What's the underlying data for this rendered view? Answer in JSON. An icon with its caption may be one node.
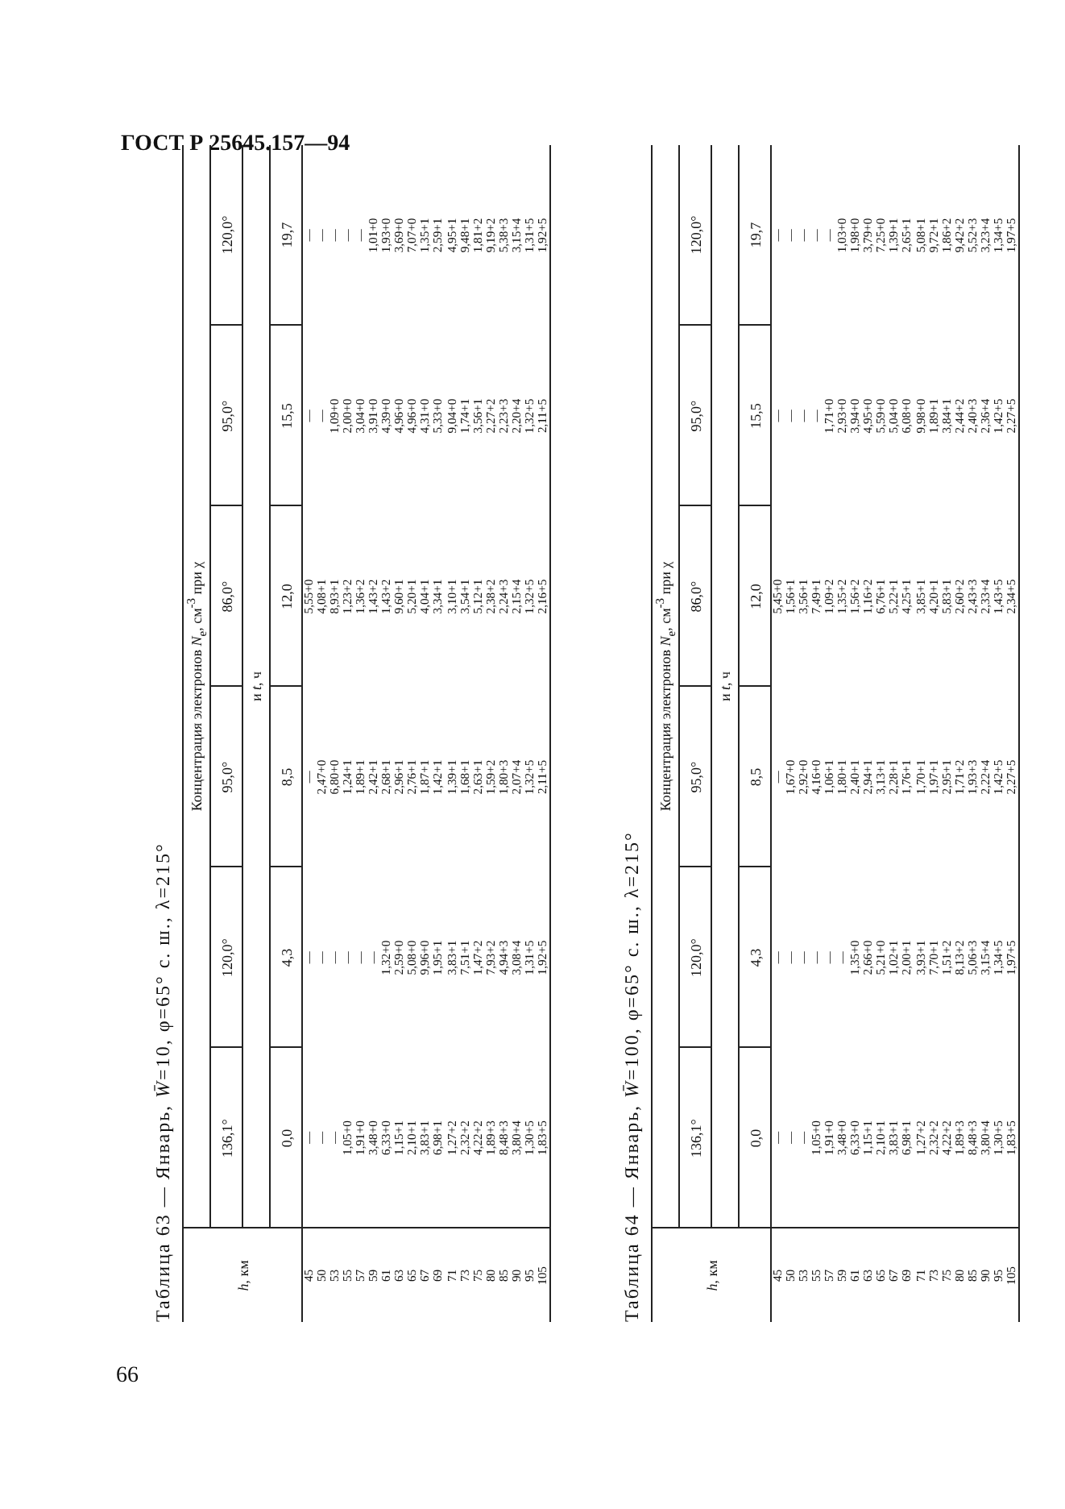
{
  "diagram": {
    "labels": [
      "ГОСТ Р 25645.157—94",
      "Таблица 63 — Январь, *W̄*=10, φ=65° с. ш., λ=215°",
      "*h*, км",
      "Концентрация электронов *N*$_{e}$, см$^{-3}$ при χ",
      "136,1°",
      "120,0°",
      "95,0°",
      "86,0°",
      "95,0°",
      "120,0°",
      "и *t*, ч",
      "0,0",
      "4,3",
      "8,5",
      "12,0",
      "15,5",
      "19,7",
      "45",
      "—",
      "—",
      "—",
      "5,55+0",
      "—",
      "—",
      "50",
      "—",
      "—",
      "2,47+0",
      "4,08+1",
      "—",
      "—",
      "53",
      "—",
      "—",
      "6,80+0",
      "8,93+1",
      "1,09+0",
      "—",
      "55",
      "1,05+0",
      "—",
      "1,24+1",
      "1,23+2",
      "2,00+0",
      "—",
      "57",
      "1,91+0",
      "—",
      "1,89+1",
      "1,36+2",
      "3,04+0",
      "—",
      "59",
      "3,48+0",
      "—",
      "2,42+1",
      "1,43+2",
      "3,91+0",
      "1,01+0",
      "61",
      "6,33+0",
      "1,32+0",
      "2,68+1",
      "1,43+2",
      "4,39+0",
      "1,93+0",
      "63",
      "1,15+1",
      "2,59+0",
      "2,96+1",
      "9,60+1",
      "4,96+0",
      "3,69+0",
      "65",
      "2,10+1",
      "5,08+0",
      "2,76+1",
      "5,20+1",
      "4,96+0",
      "7,07+0",
      "67",
      "3,83+1",
      "9,96+0",
      "1,87+1",
      "4,04+1",
      "4,31+0",
      "1,35+1",
      "69",
      "6,98+1",
      "1,95+1",
      "1,42+1",
      "3,34+1",
      "5,33+0",
      "2,59+1",
      "71",
      "1,27+2",
      "3,83+1",
      "1,39+1",
      "3,10+1",
      "9,04+0",
      "4,95+1",
      "73",
      "2,32+2",
      "7,51+1",
      "1,68+1",
      "3,54+1",
      "1,74+1",
      "9,48+1",
      "75",
      "4,22+2",
      "1,47+2",
      "2,63+1",
      "5,12+1",
      "3,56+1",
      "1,81+2",
      "80",
      "1,89+3",
      "7,93+2",
      "1,59+2",
      "2,38+2",
      "2,27+2",
      "9,19+2",
      "85",
      "8,48+3",
      "4,94+3",
      "1,80+3",
      "2,24+3",
      "2,23+3",
      "5,38+3",
      "90",
      "3,80+4",
      "3,08+4",
      "2,07+4",
      "2,15+4",
      "2,20+4",
      "3,15+4",
      "95",
      "1,30+5",
      "1,31+5",
      "1,32+5",
      "1,32+5",
      "1,32+5",
      "1,31+5",
      "105",
      "1,83+5",
      "1,92+5",
      "2,11+5",
      "2,16+5",
      "2,11+5",
      "1,92+5",
      "Таблица 64 — Январь, *W̄*=100, φ=65° с. ш., λ=215°",
      "*h*, км",
      "Концентрация электронов *N*$_{e}$, см$^{-3}$ при χ",
      "136,1°",
      "120,0°",
      "95,0°",
      "86,0°",
      "95,0°",
      "120,0°",
      "и *t*, ч",
      "0,0",
      "4,3",
      "8,5",
      "12,0",
      "15,5",
      "19,7",
      "45",
      "—",
      "—",
      "—",
      "5,45+0",
      "—",
      "—",
      "50",
      "—",
      "—",
      "1,67+0",
      "1,56+1",
      "—",
      "—",
      "53",
      "—",
      "—",
      "2,92+0",
      "3,56+1",
      "—",
      "—",
      "55",
      "1,05+0",
      "—",
      "4,16+0",
      "7,49+1",
      "—",
      "—",
      "57",
      "1,91+0",
      "—",
      "1,06+1",
      "1,09+2",
      "1,71+0",
      "—",
      "59",
      "3,48+0",
      "—",
      "1,80+1",
      "1,35+2",
      "2,93+0",
      "1,03+0",
      "61",
      "6,33+0",
      "1,35+0",
      "2,40+1",
      "1,56+2",
      "3,94+0",
      "1,98+0",
      "63",
      "1,15+1",
      "2,66+0",
      "2,94+1",
      "1,16+2",
      "4,95+0",
      "3,79+0",
      "65",
      "2,10+1",
      "5,21+0",
      "3,13+1",
      "6,76+1",
      "5,59+0",
      "7,25+0",
      "67",
      "3,83+1",
      "1,02+1",
      "2,28+1",
      "5,22+1",
      "5,04+0",
      "1,39+1",
      "69",
      "6,98+1",
      "2,00+1",
      "1,76+1",
      "4,25+1",
      "6,08+0",
      "2,65+1",
      "71",
      "1,27+2",
      "3,93+1",
      "1,70+1",
      "3,85+1",
      "9,98+0",
      "5,08+1",
      "73",
      "2,32+2",
      "7,70+1",
      "1,97+1",
      "4,20+1",
      "1,89+1",
      "9,72+1",
      "75",
      "4,22+2",
      "1,51+2",
      "2,95+1",
      "5,83+1",
      "3,84+1",
      "1,86+2",
      "80",
      "1,89+3",
      "8,13+2",
      "1,71+2",
      "2,60+2",
      "2,44+2",
      "9,42+2",
      "85",
      "8,48+3",
      "5,06+3",
      "1,93+3",
      "2,43+3",
      "2,40+3",
      "5,52+3",
      "90",
      "3,80+4",
      "3,15+4",
      "2,22+4",
      "2,33+4",
      "2,36+4",
      "3,23+4",
      "95",
      "1,30+5",
      "1,34+5",
      "1,42+5",
      "1,43+5",
      "1,42+5",
      "1,34+5",
      "105",
      "1,83+5",
      "1,97+5",
      "2,27+5",
      "2,34+5",
      "2,27+5",
      "1,97+5",
      "66"
    ]
  }
}
